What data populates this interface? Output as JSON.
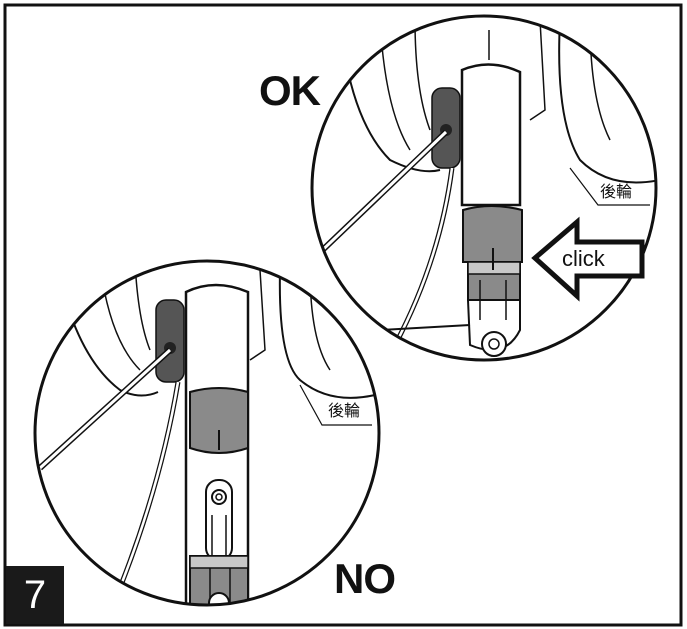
{
  "step": {
    "number": "7"
  },
  "labels": {
    "ok": "OK",
    "no": "NO",
    "rear_wheel": "後輪",
    "click": "click"
  },
  "colors": {
    "line": "#111111",
    "grey_dark": "#555555",
    "grey_mid": "#8a8a8a",
    "grey_light": "#c8c8c8",
    "badge": "#1a1a1a"
  }
}
